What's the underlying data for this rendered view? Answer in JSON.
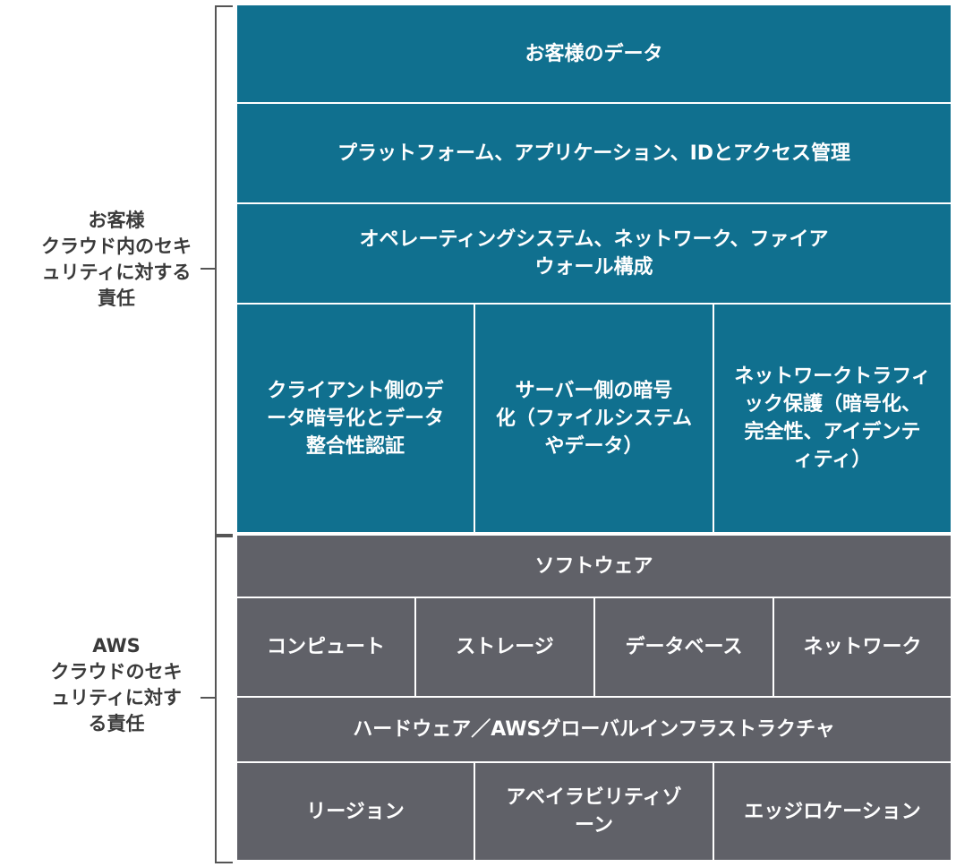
{
  "customer_section": {
    "label": "お客様\nクラウド内のセキ\nュリティに対する\n責任",
    "rows": {
      "data": "お客様のデータ",
      "platform": "プラットフォーム、アプリケーション、IDとアクセス管理",
      "os": "オペレーティングシステム、ネットワーク、ファイア\nウォール構成",
      "encryption": [
        "クライアント側のデ\nータ暗号化とデータ\n整合性認証",
        "サーバー側の暗号\n化（ファイルシステム\nやデータ）",
        "ネットワークトラフィ\nック保護（暗号化、\n完全性、アイデンテ\nィティ）"
      ]
    },
    "color": "#10708f"
  },
  "aws_section": {
    "label": "AWS\nクラウドのセキ\nュリティに対す\nる責任",
    "rows": {
      "software": "ソフトウェア",
      "services": [
        "コンピュート",
        "ストレージ",
        "データベース",
        "ネットワーク"
      ],
      "hardware": "ハードウェア／AWSグローバルインフラストラクチャ",
      "locations": [
        "リージョン",
        "アベイラビリティゾ\nーン",
        "エッジロケーション"
      ]
    },
    "color": "#606168"
  }
}
